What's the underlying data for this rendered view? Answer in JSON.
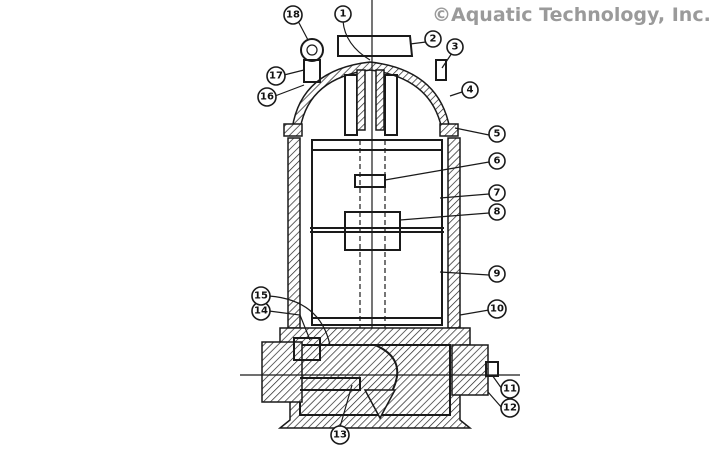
{
  "watermark": "©Aquatic Technology, Inc.",
  "callouts": [
    "1",
    "2",
    "3",
    "4",
    "5",
    "6",
    "7",
    "8",
    "9",
    "10",
    "11",
    "12",
    "13",
    "14",
    "15",
    "16",
    "17",
    "18"
  ]
}
